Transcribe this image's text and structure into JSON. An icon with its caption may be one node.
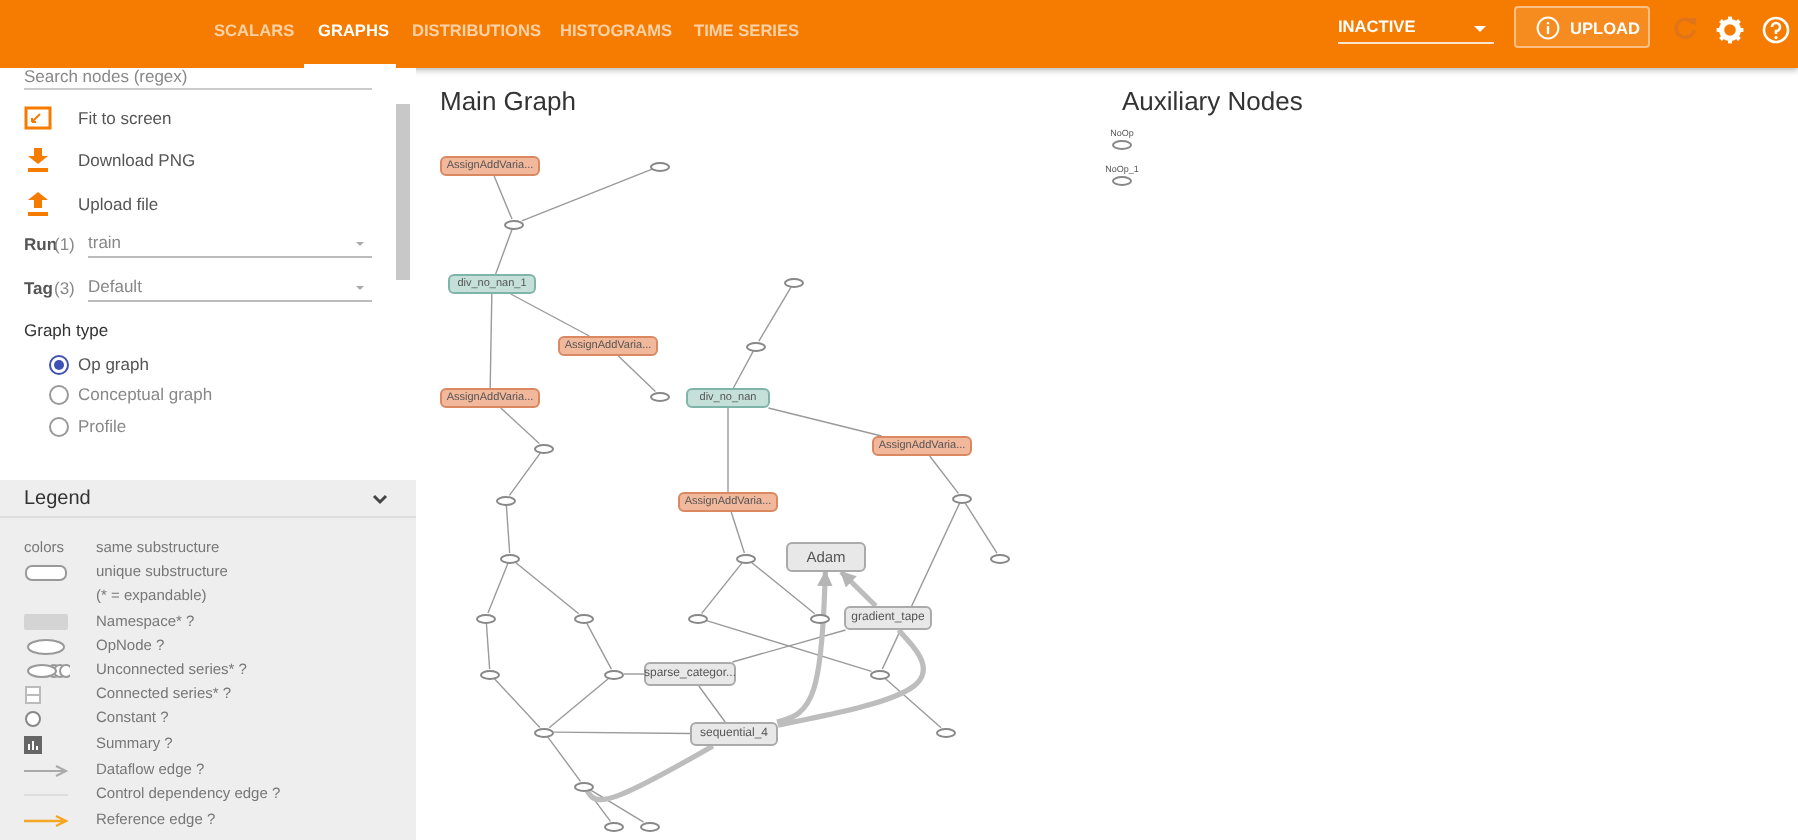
{
  "diagram": {
    "nodes": [
      {
        "text": [
          "AssignAddVaria..."
        ]
      },
      {
        "text": [
          "div_no_nan_1"
        ]
      },
      {
        "text": [
          "AssignAddVaria..."
        ]
      },
      {
        "text": [
          "AssignAddVaria..."
        ]
      },
      {
        "text": [
          "div_no_nan"
        ]
      },
      {
        "text": [
          "AssignAddVaria..."
        ]
      },
      {
        "text": [
          "AssignAddVaria..."
        ]
      },
      {
        "text": [
          "Adam"
        ]
      },
      {
        "text": [
          "gradient_tape"
        ]
      },
      {
        "text": [
          "sparse_categor..."
        ]
      },
      {
        "text": [
          "sequential_4"
        ]
      },
      {
        "text": [
          "NoOp"
        ]
      },
      {
        "text": [
          "NoOp_1"
        ]
      },
      {
        "text": [],
        "shape": "ellipse"
      },
      {
        "text": [],
        "shape": "ellipse"
      },
      {
        "text": [],
        "shape": "ellipse"
      },
      {
        "text": [],
        "shape": "ellipse"
      },
      {
        "text": [],
        "shape": "ellipse"
      },
      {
        "text": [],
        "shape": "ellipse"
      },
      {
        "text": [],
        "shape": "ellipse"
      },
      {
        "text": [],
        "shape": "ellipse"
      },
      {
        "text": [],
        "shape": "ellipse"
      },
      {
        "text": [],
        "shape": "ellipse"
      },
      {
        "text": [],
        "shape": "ellipse"
      },
      {
        "text": [],
        "shape": "ellipse"
      },
      {
        "text": [],
        "shape": "ellipse"
      },
      {
        "text": [],
        "shape": "ellipse"
      },
      {
        "text": [],
        "shape": "ellipse"
      },
      {
        "text": [],
        "shape": "ellipse"
      },
      {
        "text": [],
        "shape": "ellipse"
      },
      {
        "text": [],
        "shape": "ellipse"
      },
      {
        "text": [],
        "shape": "ellipse"
      },
      {
        "text": [],
        "shape": "ellipse"
      },
      {
        "text": [],
        "shape": "ellipse"
      },
      {
        "text": [],
        "shape": "ellipse"
      },
      {
        "text": [],
        "shape": "ellipse"
      }
    ],
    "edges": [
      {
        "from": 0,
        "to": 14,
        "arrow": "none"
      },
      {
        "from": 14,
        "to": 13,
        "arrow": "none"
      },
      {
        "from": 14,
        "to": 1,
        "arrow": "none"
      },
      {
        "from": 1,
        "to": 3,
        "arrow": "none"
      },
      {
        "from": 1,
        "to": 2,
        "arrow": "none"
      },
      {
        "from": 15,
        "to": 16,
        "arrow": "none"
      },
      {
        "from": 16,
        "to": 4,
        "arrow": "none"
      },
      {
        "from": 2,
        "to": 17,
        "arrow": "none"
      },
      {
        "from": 3,
        "to": 18,
        "arrow": "none"
      },
      {
        "from": 18,
        "to": 19,
        "arrow": "none"
      },
      {
        "from": 19,
        "to": 20,
        "arrow": "none"
      },
      {
        "from": 20,
        "to": 21,
        "arrow": "none"
      },
      {
        "from": 20,
        "to": 22,
        "arrow": "none"
      },
      {
        "from": 21,
        "to": 28,
        "arrow": "none"
      },
      {
        "from": 28,
        "to": 31,
        "arrow": "none"
      },
      {
        "from": 22,
        "to": 29,
        "arrow": "none"
      },
      {
        "from": 29,
        "to": 31,
        "arrow": "none"
      },
      {
        "from": 4,
        "to": 6,
        "arrow": "none"
      },
      {
        "from": 6,
        "to": 24,
        "arrow": "none"
      },
      {
        "from": 24,
        "to": 23,
        "arrow": "none"
      },
      {
        "from": 24,
        "to": 25,
        "arrow": "none"
      },
      {
        "from": 4,
        "to": 5,
        "arrow": "none"
      },
      {
        "from": 5,
        "to": 26,
        "arrow": "none"
      },
      {
        "from": 26,
        "to": 27,
        "arrow": "none"
      },
      {
        "from": 26,
        "to": 30,
        "arrow": "none"
      },
      {
        "from": 23,
        "to": 30,
        "arrow": "none"
      },
      {
        "from": 30,
        "to": 32,
        "arrow": "none"
      },
      {
        "from": 29,
        "to": 9,
        "arrow": "none"
      },
      {
        "from": 9,
        "to": 8,
        "arrow": "none"
      },
      {
        "from": 9,
        "to": 10,
        "arrow": "none"
      },
      {
        "from": 10,
        "to": 31,
        "arrow": "none"
      },
      {
        "from": 31,
        "to": 33,
        "arrow": "none"
      },
      {
        "from": 33,
        "to": 34,
        "arrow": "none"
      },
      {
        "from": 33,
        "to": 35,
        "arrow": "none"
      },
      {
        "from": 10,
        "to": 7,
        "arrow": "to",
        "style": "thick"
      },
      {
        "from": 10,
        "to": 8,
        "arrow": "none",
        "style": "thick"
      },
      {
        "from": 8,
        "to": 7,
        "arrow": "to",
        "style": "thick"
      },
      {
        "from": 10,
        "to": 33,
        "arrow": "none",
        "style": "thick"
      }
    ],
    "labels": [
      "Search nodes (regex)",
      "Fit to screen",
      "Download PNG",
      "Upload file",
      "Run",
      "(1)",
      "train",
      "Tag",
      "(3)",
      "Default",
      "Graph type",
      "Op graph",
      "Conceptual graph",
      "Profile",
      "Legend",
      "colors",
      "(* = expandable)",
      "SCALARS",
      "GRAPHS",
      "DISTRIBUTIONS",
      "HISTOGRAMS",
      "TIME SERIES",
      "INACTIVE",
      "UPLOAD",
      "Main Graph",
      "Auxiliary Nodes"
    ],
    "legend": [
      {
        "text": "same substructure"
      },
      {
        "text": "unique substructure"
      },
      {
        "text": "Namespace* ?"
      },
      {
        "text": "OpNode ?"
      },
      {
        "text": "Unconnected series* ?"
      },
      {
        "text": "Connected series* ?"
      },
      {
        "text": "Constant ?"
      },
      {
        "text": "Summary ?"
      },
      {
        "text": "Dataflow edge ?"
      },
      {
        "text": "Control dependency edge ?"
      },
      {
        "text": "Reference edge ?"
      }
    ]
  }
}
